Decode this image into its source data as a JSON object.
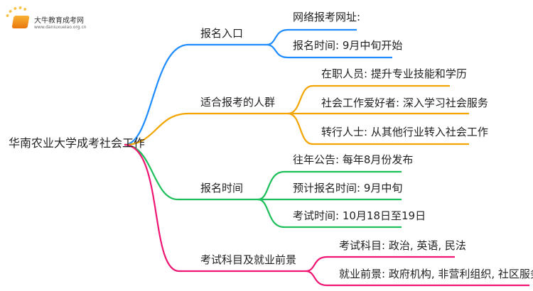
{
  "logo": {
    "name": "大牛教育成考网",
    "url": "www.daniuxueiao.org.cn"
  },
  "root": "华南农业大学成考社会工作",
  "colors": {
    "blue": "#1e8cff",
    "orange": "#f2a500",
    "green": "#1cbf5a",
    "pink": "#ee1672"
  },
  "branches": [
    {
      "label": "报名入口",
      "children": [
        "网络报考网址:",
        "报名时间: 9月中旬开始"
      ]
    },
    {
      "label": "适合报考的人群",
      "children": [
        "在职人员: 提升专业技能和学历",
        "社会工作爱好者: 深入学习社会服务",
        "转行人士: 从其他行业转入社会工作"
      ]
    },
    {
      "label": "报名时间",
      "children": [
        "往年公告: 每年8月份发布",
        "预计报名时间: 9月中旬",
        "考试时间: 10月18日至19日"
      ]
    },
    {
      "label": "考试科目及就业前景",
      "children": [
        "考试科目: 政治, 英语, 民法",
        "就业前景: 政府机构, 非营利组织, 社区服务中心"
      ]
    }
  ]
}
